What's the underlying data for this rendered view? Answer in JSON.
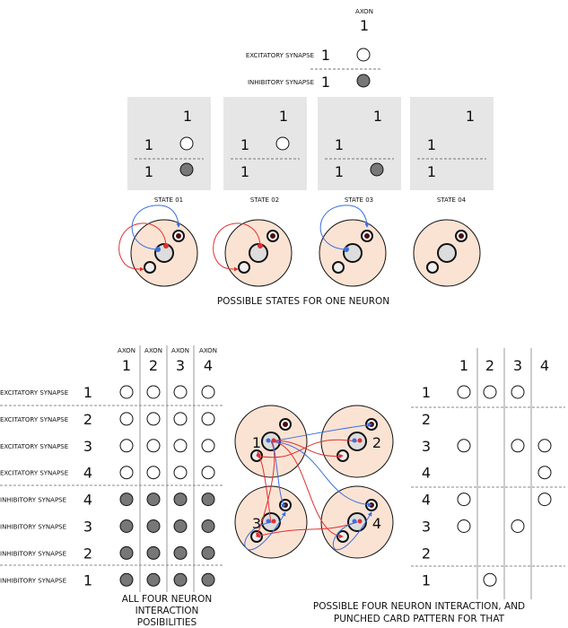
{
  "legend": {
    "axon_label": "AXON",
    "axon_num": "1",
    "excitatory_label": "EXCITATORY SYNAPSE",
    "excitatory_num": "1",
    "inhibitory_label": "INHIBITORY SYNAPSE",
    "inhibitory_num": "1"
  },
  "states": [
    {
      "label": "STATE 01",
      "axon": "1",
      "exc": "1",
      "inh": "1",
      "exc_hole": true,
      "inh_hole": true
    },
    {
      "label": "STATE 02",
      "axon": "1",
      "exc": "1",
      "inh": "1",
      "exc_hole": true,
      "inh_hole": false
    },
    {
      "label": "STATE 03",
      "axon": "1",
      "exc": "1",
      "inh": "1",
      "exc_hole": false,
      "inh_hole": true
    },
    {
      "label": "STATE 04",
      "axon": "1",
      "exc": "1",
      "inh": "1",
      "exc_hole": false,
      "inh_hole": false
    }
  ],
  "states_caption": "POSSIBLE STATES FOR ONE NEURON",
  "matrix": {
    "axon_label": "AXON",
    "columns": [
      "1",
      "2",
      "3",
      "4"
    ],
    "rows": [
      {
        "type": "EXCITATORY SYNAPSE",
        "num": "1"
      },
      {
        "type": "EXCITATORY SYNAPSE",
        "num": "2"
      },
      {
        "type": "EXCITATORY SYNAPSE",
        "num": "3"
      },
      {
        "type": "EXCITATORY SYNAPSE",
        "num": "4"
      },
      {
        "type": "INHIBITORY SYNAPSE",
        "num": "4"
      },
      {
        "type": "INHIBITORY SYNAPSE",
        "num": "3"
      },
      {
        "type": "INHIBITORY SYNAPSE",
        "num": "2"
      },
      {
        "type": "INHIBITORY SYNAPSE",
        "num": "1"
      }
    ],
    "caption": [
      "ALL FOUR NEURON",
      "INTERACTION",
      "POSIBILITIES"
    ]
  },
  "network": {
    "labels": [
      "1",
      "2",
      "3",
      "4"
    ],
    "caption": [
      "POSSIBLE FOUR NEURON INTERACTION, AND",
      "PUNCHED CARD PATTERN FOR THAT"
    ]
  },
  "card": {
    "columns": [
      "1",
      "2",
      "3",
      "4"
    ],
    "row_nums": [
      "1",
      "2",
      "3",
      "4",
      "4",
      "3",
      "2",
      "1"
    ],
    "holes": [
      [
        1,
        1,
        1,
        0
      ],
      [
        0,
        0,
        0,
        0
      ],
      [
        1,
        0,
        1,
        1
      ],
      [
        0,
        0,
        0,
        1
      ],
      [
        1,
        0,
        0,
        1
      ],
      [
        1,
        0,
        1,
        0
      ],
      [
        0,
        0,
        0,
        0
      ],
      [
        0,
        1,
        0,
        0
      ]
    ]
  },
  "colors": {
    "card_bg": "#e6e6e6",
    "neuron": "#fbe3d3",
    "inhibitory_fill": "#777777",
    "excite_arrow": "#e03030",
    "inhibit_arrow": "#3a6fe0"
  }
}
